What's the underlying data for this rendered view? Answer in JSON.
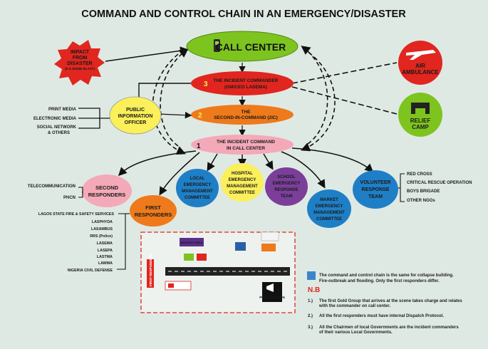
{
  "title": "COMMAND AND CONTROL CHAIN IN AN EMERGENCY/DISASTER",
  "impact": {
    "line1": "IMPACT",
    "line2": "FROM",
    "line3": "DISASTER",
    "line4": "(E.G BOMB BLAST)"
  },
  "call_center": "CALL CENTER",
  "incident_commander": {
    "number": "3",
    "line1": "THE INCIDENT COMMANDER",
    "line2": "(GM/CEO LASEMA)"
  },
  "second_in_command": {
    "number": "2",
    "line1": "THE",
    "line2": "SECOND-IN-COMMAND (2IC)"
  },
  "incident_command_call": {
    "number": "1",
    "line1": "THE INCIDENT COMMAND",
    "line2": "IN CALL CENTER"
  },
  "public_info": {
    "line1": "PUBLIC",
    "line2": "INFORMATION",
    "line3": "OFFICER"
  },
  "media": {
    "print": "PRINT MEDIA",
    "electronic": "ELECTRONIC MEDIA",
    "social1": "SOCIAL NETWORK",
    "social2": "& OTHERS"
  },
  "air_ambulance": {
    "line1": "AIR",
    "line2": "AMBULANCE"
  },
  "relief_camp": {
    "line1": "RELIEF",
    "line2": "CAMP"
  },
  "second_responders": {
    "line1": "SECOND",
    "line2": "RESPONDERS"
  },
  "first_responders": {
    "line1": "FIRST",
    "line2": "RESPONDERS"
  },
  "local_emc": {
    "line1": "LOCAL",
    "line2": "EMERGENCY",
    "line3": "MANAGEMENT",
    "line4": "COMMITTEE"
  },
  "hospital_emc": {
    "line1": "HOSPITAL",
    "line2": "EMERGENCY",
    "line3": "MANAGEMENT",
    "line4": "COMMITTEE"
  },
  "school_ert": {
    "line1": "SCHOOL",
    "line2": "EMERGENCY",
    "line3": "RESPONSE",
    "line4": "TEAM"
  },
  "market_emc": {
    "line1": "MARKET",
    "line2": "EMERGENCY",
    "line3": "MANAGEMENT",
    "line4": "COMMITTEE"
  },
  "volunteer": {
    "line1": "VOLUNTEER",
    "line2": "RESPONSE",
    "line3": "TEAM"
  },
  "second_list": [
    "TELECOMMUNICATION",
    "PHCN"
  ],
  "first_list": [
    "LAGOS STATE FIRE & SAFETY SERVICES",
    "LASPHYDA",
    "LASAMBUS",
    "RRS (Police)",
    "LASEMA",
    "LASEPA",
    "LASTMA",
    "LAWMA",
    "NIGERIA CIVIL DEFENSE"
  ],
  "volunteer_list": [
    "RED CROSS",
    "CRITICAL RESCUE OPERATION",
    "BOYS BRIGADE",
    "OTHER NGOs"
  ],
  "site": {
    "first_responders": "FIRST RESPONDERS",
    "morgue": "MORGUE AREA",
    "press": "PRESS STATION"
  },
  "legend_text": {
    "line1": "The command and control chain is the same for collapse building.",
    "line2": "Fire-outbreak and flooding. Only the first responders differ."
  },
  "nb": "N.B",
  "notes": [
    {
      "num": "1.)",
      "line1": "The first Gold Group that arrives at the scene takes charge and relates",
      "line2": "with the commander on call center."
    },
    {
      "num": "2.)",
      "line1": "All the first responders must have internal Dispatch Protocol.",
      "line2": ""
    },
    {
      "num": "3.)",
      "line1": "All the Chairmen of local Governments are the incident commanders",
      "line2": "of their various Local Governments."
    }
  ],
  "colors": {
    "green": "#7dc41f",
    "red": "#e0261f",
    "orange": "#ee7a1b",
    "pink": "#f4a9b8",
    "yellow": "#fbef5a",
    "blue": "#1f7fc6",
    "purple": "#7b3f9a",
    "legend_blue": "#3a86cc"
  }
}
